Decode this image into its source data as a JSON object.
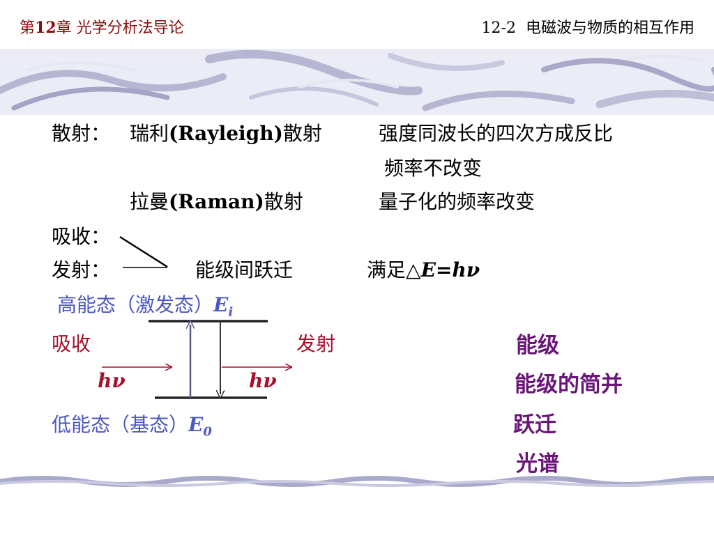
{
  "header": {
    "chapter_prefix": "第",
    "chapter_num": "12",
    "chapter_suffix": "章  光学分析法导论",
    "section_num": "12-2",
    "section_title": "电磁波与物质的相互作用"
  },
  "body": {
    "scatter_label": "散射：",
    "rayleigh_pre": "瑞利",
    "rayleigh_en": "(Rayleigh)",
    "rayleigh_post": "散射",
    "rayleigh_desc1": "强度同波长的四次方成反比",
    "rayleigh_desc2": "频率不改变",
    "raman_pre": "拉曼",
    "raman_en": "(Raman)",
    "raman_post": "散射",
    "raman_desc": "量子化的频率改变",
    "absorb_label": "吸收：",
    "emit_label": "发射：",
    "transition": "能级间跃迁",
    "satisfy_pre": "满足",
    "delta": "△",
    "eq_E": "E",
    "eq_eq": "=",
    "eq_h": "h",
    "eq_nu": "ν"
  },
  "diagram": {
    "high_state": "高能态（激发态）",
    "high_E": "E",
    "high_sub": "i",
    "absorb": "吸收",
    "emit": "发射",
    "h1": "h",
    "nu1": "ν",
    "h2": "h",
    "nu2": "ν",
    "low_state": "低能态（基态）",
    "low_E": "E",
    "low_sub": "0",
    "colors": {
      "red": "#a50f2a",
      "blue": "#4c57c4",
      "line": "#555a8a"
    }
  },
  "keywords": [
    "能级",
    "能级的简并",
    "跃迁",
    "光谱"
  ]
}
